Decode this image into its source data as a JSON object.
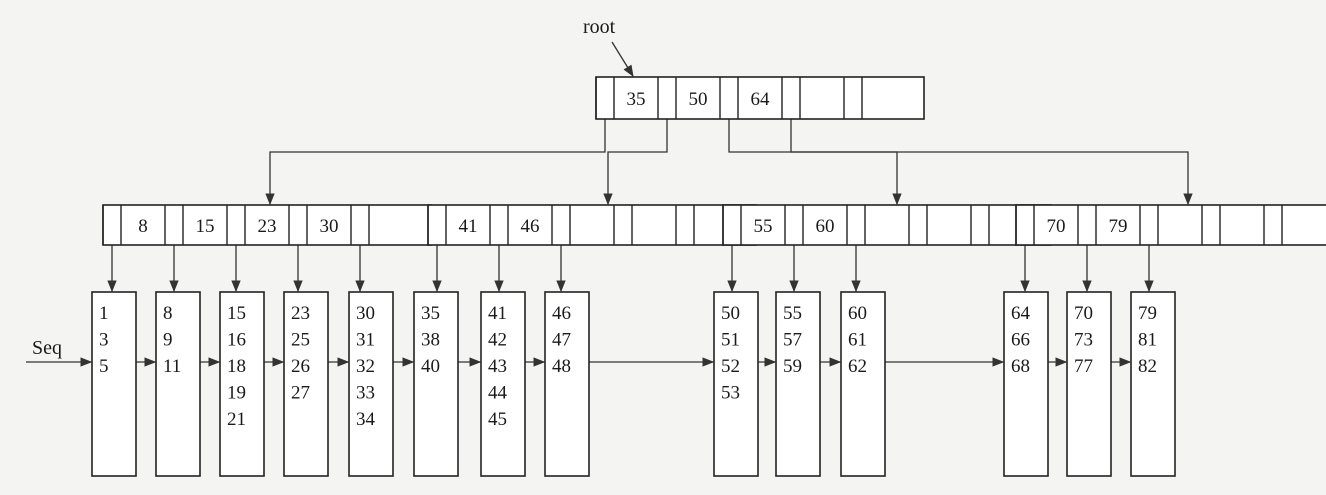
{
  "labels": {
    "root": "root",
    "seq": "Seq"
  },
  "root": {
    "keys": [
      "35",
      "50",
      "64",
      "",
      ""
    ]
  },
  "internal": [
    {
      "keys": [
        "8",
        "15",
        "23",
        "30",
        ""
      ]
    },
    {
      "keys": [
        "41",
        "46",
        "",
        "",
        ""
      ]
    },
    {
      "keys": [
        "55",
        "60",
        "",
        "",
        ""
      ]
    },
    {
      "keys": [
        "70",
        "79",
        "",
        "",
        ""
      ]
    }
  ],
  "leaves": [
    [
      "1",
      "3",
      "5"
    ],
    [
      "8",
      "9",
      "11"
    ],
    [
      "15",
      "16",
      "18",
      "19",
      "21"
    ],
    [
      "23",
      "25",
      "26",
      "27"
    ],
    [
      "30",
      "31",
      "32",
      "33",
      "34"
    ],
    [
      "35",
      "38",
      "40"
    ],
    [
      "41",
      "42",
      "43",
      "44",
      "45"
    ],
    [
      "46",
      "47",
      "48"
    ],
    [
      "50",
      "51",
      "52",
      "53"
    ],
    [
      "55",
      "57",
      "59"
    ],
    [
      "60",
      "61",
      "62"
    ],
    [
      "64",
      "66",
      "68"
    ],
    [
      "70",
      "73",
      "77"
    ],
    [
      "79",
      "81",
      "82"
    ]
  ],
  "colors": {
    "line": "#333333",
    "box": "#ffffff",
    "background": "#f4f4f2"
  }
}
